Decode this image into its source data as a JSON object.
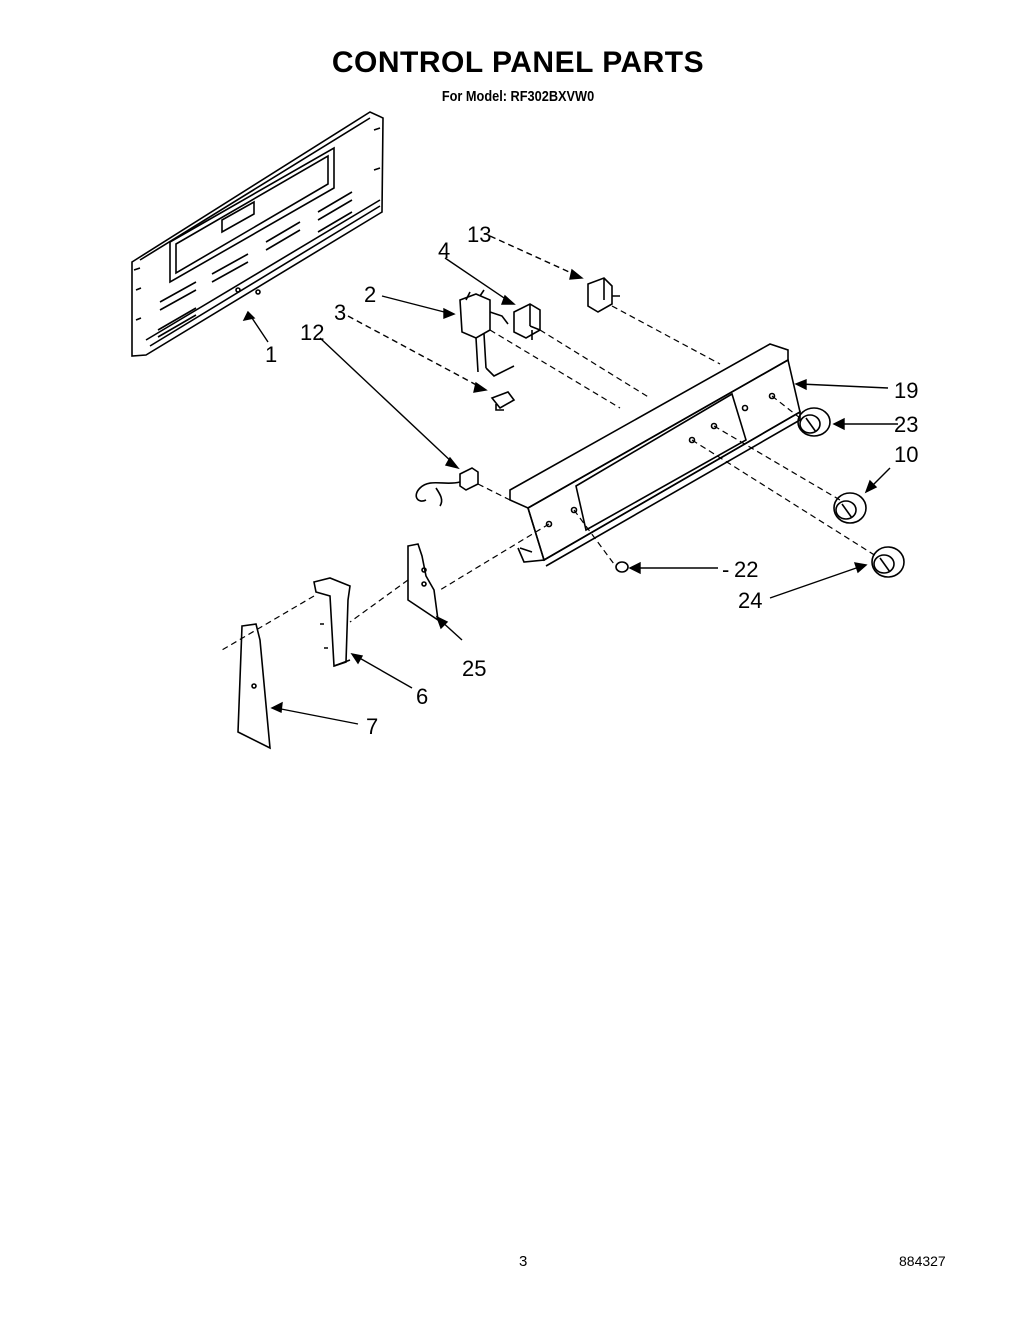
{
  "title": "CONTROL PANEL PARTS",
  "subtitle": "For Model: RF302BXVW0",
  "footer": {
    "page": "3",
    "doc_number": "884327"
  },
  "callouts": {
    "c1": "1",
    "c2": "2",
    "c3": "3",
    "c4": "4",
    "c6": "6",
    "c7": "7",
    "c10": "10",
    "c12": "12",
    "c13": "13",
    "c19": "19",
    "c22": "22",
    "c23": "23",
    "c24": "24",
    "c25": "25"
  }
}
